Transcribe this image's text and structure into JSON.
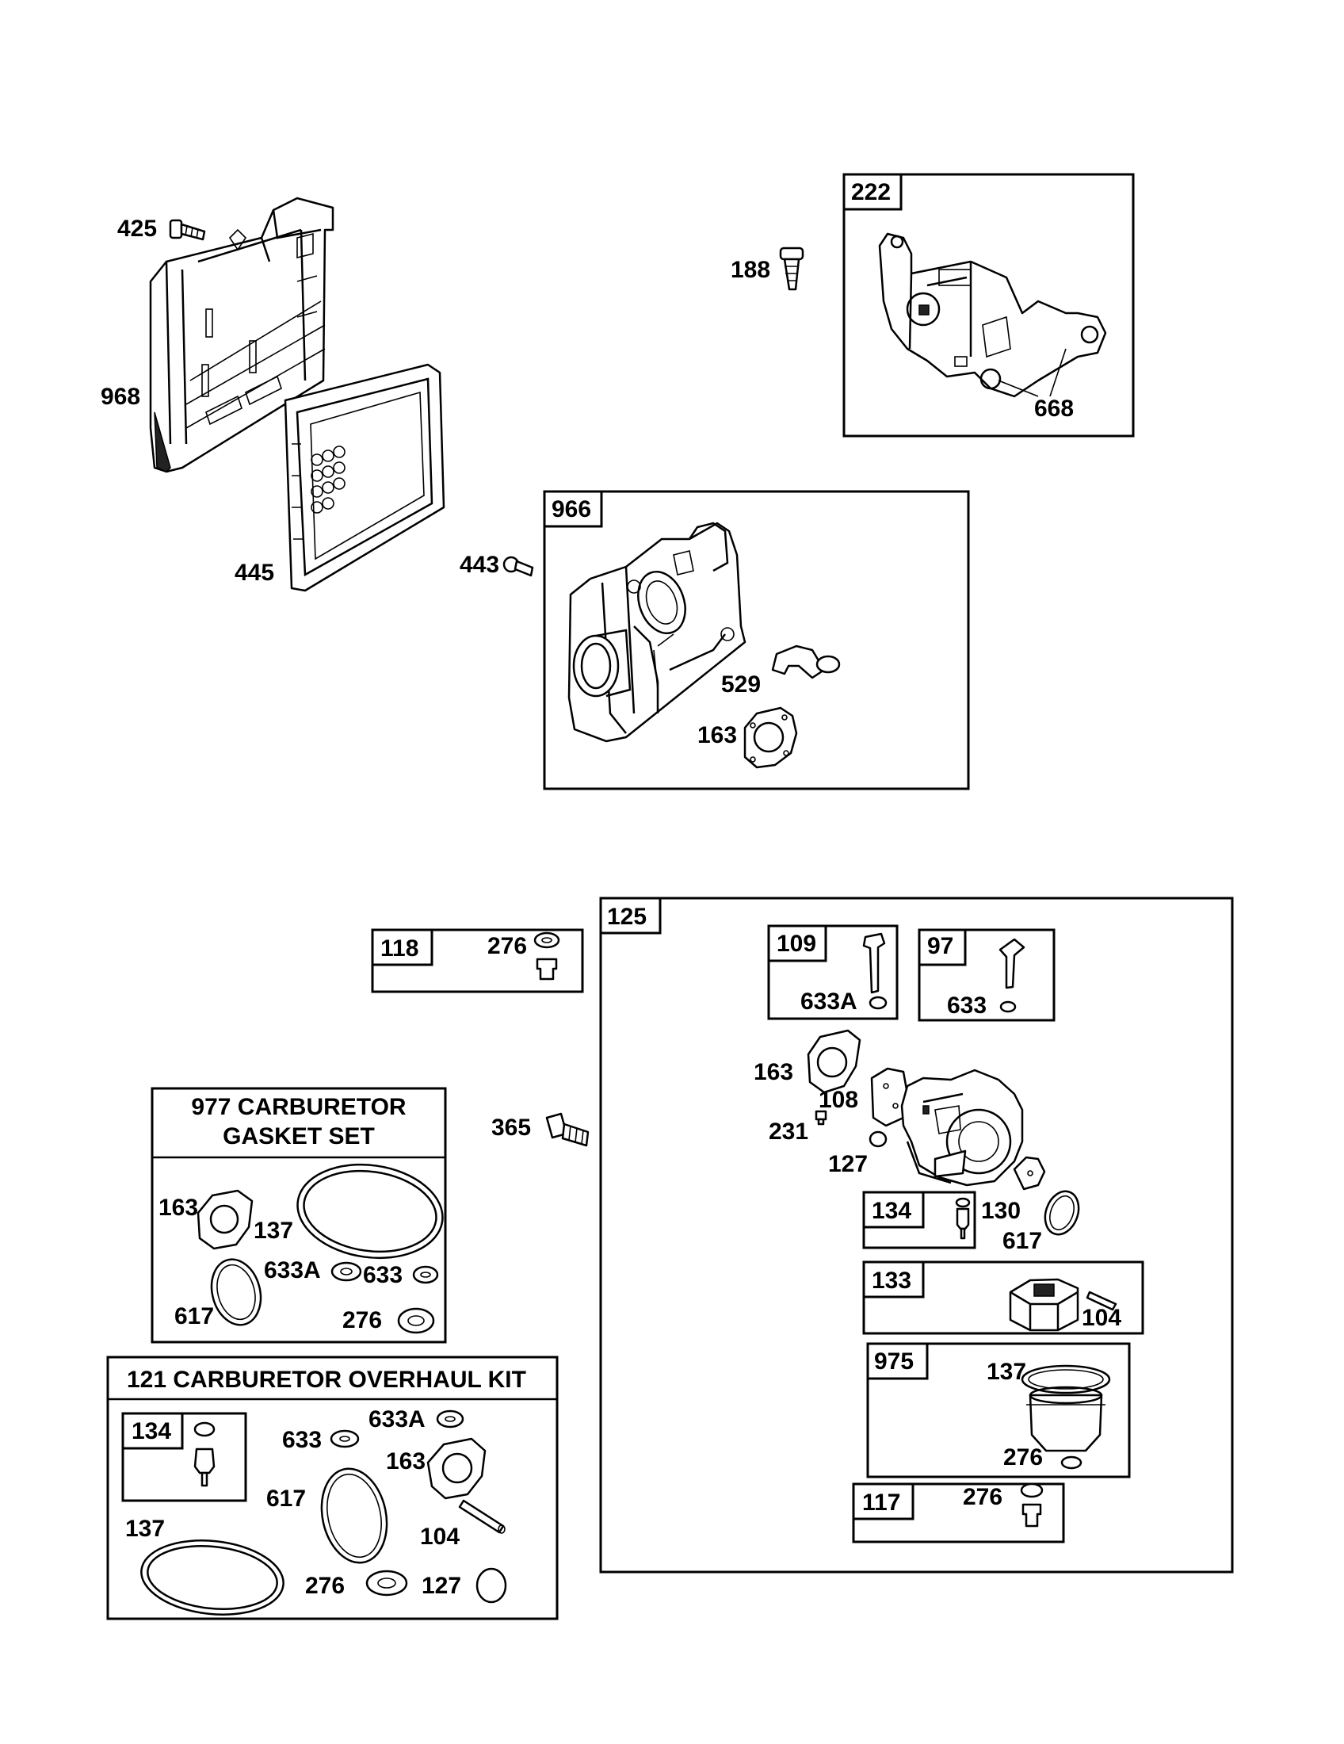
{
  "labels": {
    "p425": "425",
    "p968": "968",
    "p445": "445",
    "p443": "443",
    "p188": "188",
    "p222": "222",
    "p668": "668",
    "p966": "966",
    "p529": "529",
    "p163_top": "163",
    "p118": "118",
    "p276_118": "276",
    "p125": "125",
    "p109": "109",
    "p633A_109": "633A",
    "p97": "97",
    "p633_97": "633",
    "p163_carb": "163",
    "p108": "108",
    "p231": "231",
    "p127_carb": "127",
    "p365": "365",
    "p134_carb": "134",
    "p130": "130",
    "p617_carb": "617",
    "p133": "133",
    "p104_carb": "104",
    "p975": "975",
    "p137_975": "137",
    "p276_975": "276",
    "p117": "117",
    "p276_117": "276",
    "kit977_title_line1": "977 CARBURETOR",
    "kit977_title_line2": "GASKET SET",
    "p163_977": "163",
    "p137_977": "137",
    "p633A_977": "633A",
    "p633_977": "633",
    "p617_977": "617",
    "p276_977": "276",
    "kit121_title": "121 CARBURETOR OVERHAUL KIT",
    "p134_121": "134",
    "p633_121": "633",
    "p633A_121": "633A",
    "p163_121": "163",
    "p617_121": "617",
    "p137_121": "137",
    "p104_121": "104",
    "p276_121": "276",
    "p127_121": "127"
  }
}
